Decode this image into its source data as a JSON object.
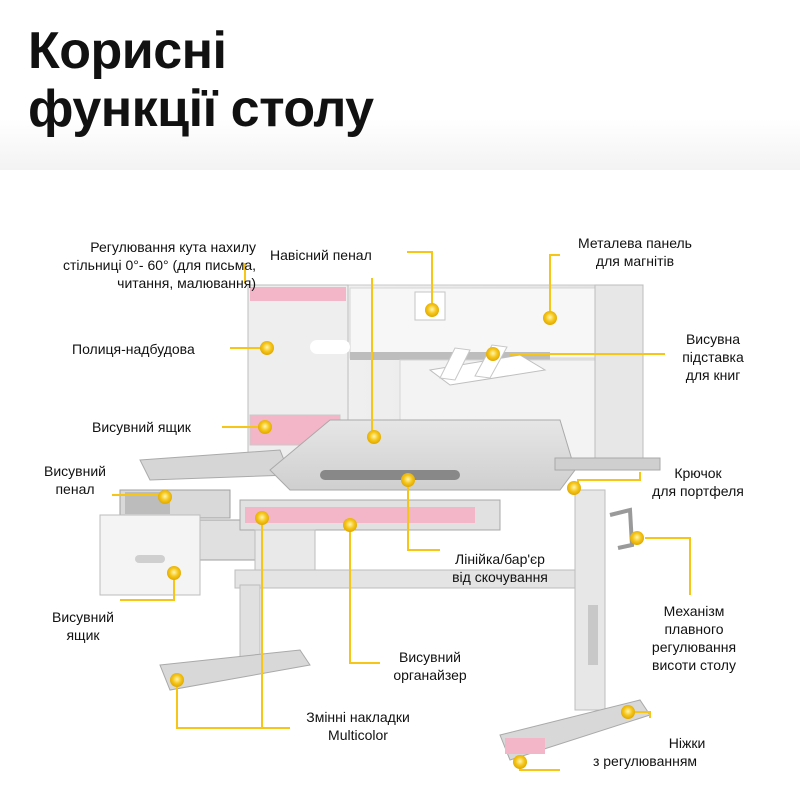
{
  "title": {
    "line1": "Корисні",
    "line2": "функції столу"
  },
  "labels": {
    "tilt": [
      "Регулювання кута нахилу",
      "стільниці 0°- 60° (для письма,",
      "читання, малювання)"
    ],
    "hanging_case": [
      "Навісний пенал"
    ],
    "metal_panel": [
      "Металева панель",
      "для магнітів"
    ],
    "shelf": [
      "Полиця-надбудова"
    ],
    "book_stand": [
      "Висувна",
      "підставка",
      "для книг"
    ],
    "drawer_top": [
      "Висувний ящик"
    ],
    "pencil_case": [
      "Висувний",
      "пенал"
    ],
    "hook": [
      "Крючок",
      "для портфеля"
    ],
    "ruler": [
      "Лінійка/бар'єр",
      "від скочування"
    ],
    "mechanism": [
      "Механізм",
      "плавного",
      "регулювання",
      "висоти столу"
    ],
    "drawer_bottom": [
      "Висувний",
      "ящик"
    ],
    "organizer": [
      "Висувний",
      "органайзер"
    ],
    "covers": [
      "Змінні накладки",
      "Multicolor"
    ],
    "legs": [
      "Ніжки",
      "з регулюванням"
    ]
  },
  "colors": {
    "accent": "#f5c518",
    "pink": "#f3b6c8",
    "desk_gray": "#d9d9d9",
    "desk_dark": "#9a9a9a"
  },
  "icons": {
    "marker": "yellow-dot"
  }
}
